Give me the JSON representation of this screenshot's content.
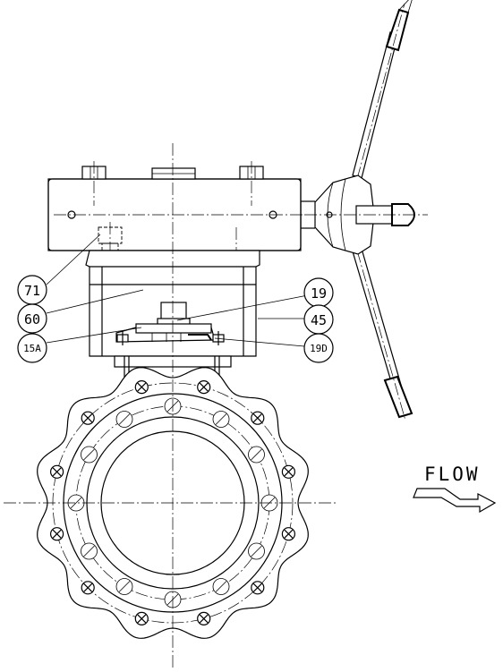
{
  "callouts": [
    {
      "id": "71",
      "label": "71"
    },
    {
      "id": "60",
      "label": "60"
    },
    {
      "id": "15A",
      "label": "15A"
    },
    {
      "id": "19",
      "label": "19"
    },
    {
      "id": "45",
      "label": "45"
    },
    {
      "id": "19D",
      "label": "19D"
    }
  ],
  "flow_label": "FLOW",
  "flange_bolt_count": 12,
  "line_color": "#000000",
  "background_color": "#ffffff"
}
